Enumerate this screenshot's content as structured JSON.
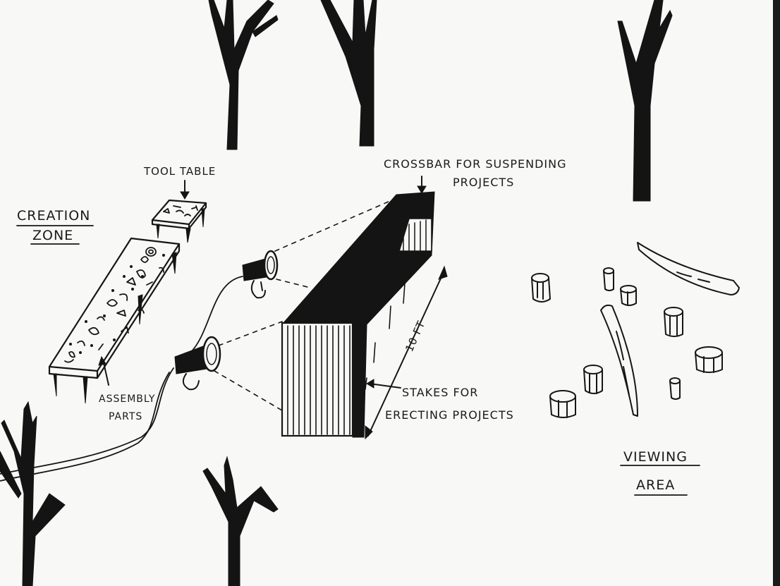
{
  "labels": {
    "creation_zone": [
      "CREATION",
      "ZONE"
    ],
    "tool_table": "TOOL TABLE",
    "assembly_parts": [
      "ASSEMBLY",
      "PARTS"
    ],
    "crossbar": [
      "CROSSBAR FOR SUSPENDING",
      "PROJECTS"
    ],
    "height": "10 FT",
    "stakes": [
      "STAKES  FOR",
      "ERECTING PROJECTS"
    ],
    "viewing_area": [
      "VIEWING",
      "AREA"
    ]
  },
  "colors": {
    "ink": "#161616",
    "paper": "#f8f8f6"
  }
}
